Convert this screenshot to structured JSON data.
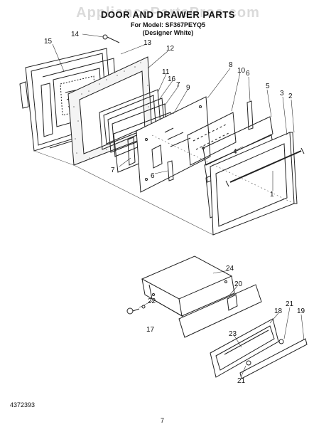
{
  "header": {
    "title": "DOOR AND DRAWER PARTS",
    "model": "For Model: SF367PEYQ5",
    "variant": "(Designer White)"
  },
  "watermark": "AppliancePartsPros.com",
  "footer": {
    "doc_number": "4372393",
    "page_number": "7"
  },
  "callouts": {
    "c1": "1",
    "c2": "2",
    "c3": "3",
    "c4": "4",
    "c5": "5",
    "c6": "6",
    "c6b": "6",
    "c7": "7",
    "c7b": "7",
    "c8": "8",
    "c9": "9",
    "c10": "10",
    "c11": "11",
    "c12": "12",
    "c13": "13",
    "c14": "14",
    "c15": "15",
    "c16": "16",
    "c17": "17",
    "c18": "18",
    "c19": "19",
    "c20": "20",
    "c21": "21",
    "c21b": "21",
    "c22": "22",
    "c23": "23",
    "c24": "24"
  }
}
